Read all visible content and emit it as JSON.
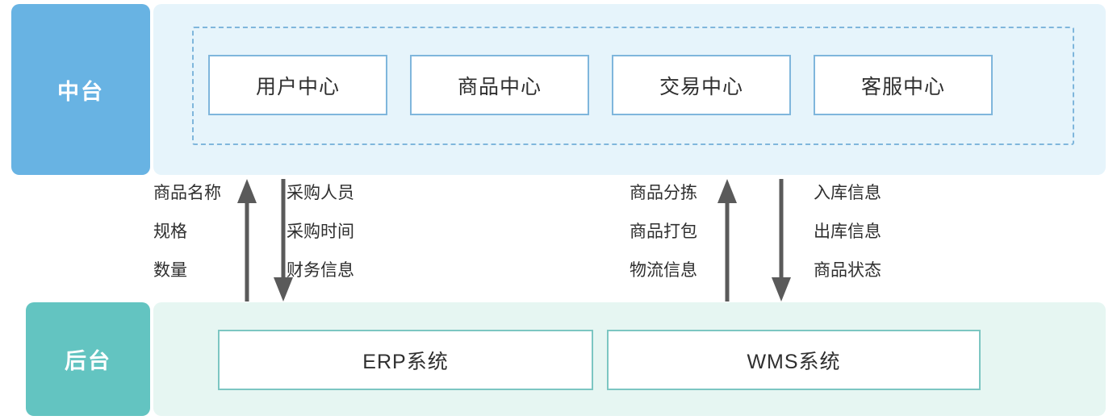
{
  "tiers": {
    "middle": {
      "label": "中台",
      "color": "#68b3e3",
      "band_color": "#e6f4fb",
      "cards": [
        {
          "label": "用户中心"
        },
        {
          "label": "商品中心"
        },
        {
          "label": "交易中心"
        },
        {
          "label": "客服中心"
        }
      ]
    },
    "back": {
      "label": "后台",
      "color": "#63c4c1",
      "band_color": "#e6f6f2",
      "systems": [
        {
          "label": "ERP系统"
        },
        {
          "label": "WMS系统"
        }
      ]
    }
  },
  "flows": [
    {
      "direction": "up",
      "from": "ERP系统",
      "to": "中台",
      "items": [
        "商品名称",
        "规格",
        "数量"
      ]
    },
    {
      "direction": "down",
      "from": "中台",
      "to": "ERP系统",
      "items": [
        "采购人员",
        "采购时间",
        "财务信息"
      ]
    },
    {
      "direction": "up",
      "from": "WMS系统",
      "to": "中台",
      "items": [
        "商品分拣",
        "商品打包",
        "物流信息"
      ]
    },
    {
      "direction": "down",
      "from": "中台",
      "to": "WMS系统",
      "items": [
        "入库信息",
        "出库信息",
        "商品状态"
      ]
    }
  ],
  "arrow_color": "#5a5a5a"
}
